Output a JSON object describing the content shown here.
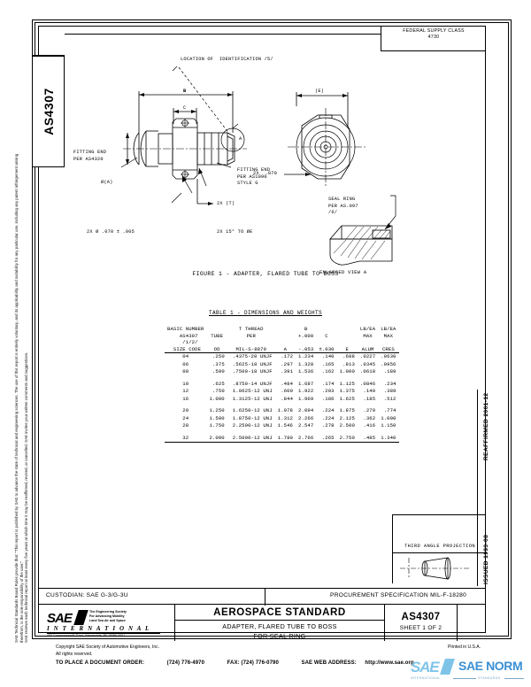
{
  "document": {
    "standard_number": "AS4307",
    "federal_supply_class_label": "FEDERAL SUPPLY CLASS",
    "federal_supply_class_value": "4730",
    "issued": "ISSUED 1993-08",
    "reaffirmed": "REAFFIRMED 2001-12"
  },
  "drawing": {
    "callouts": {
      "location_of_identification": "LOCATION OF  IDENTIFICATION /5/",
      "fitting_end_left": "FITTING END\nPER AS4320",
      "fitting_end_right": "FITTING END\nPER AS1090\nSTYLE G",
      "dim_b": "B",
      "dim_c": "C",
      "dim_a_flag": "A",
      "dia_a": "Ø(A)",
      "two_x_t": "2X (T)",
      "two_x_dia": "2X Ø .070 ± .005",
      "two_x_15deg": "2X 15° TO ØE",
      "dim_e": "(E)",
      "two_x_070": "2X  .070",
      "seal_ring": "SEAL RING\nPER AS.097\n/6/",
      "enlarged_view": "ENLARGED VIEW A"
    },
    "figure_caption": "FIGURE 1 - ADAPTER, FLARED TUBE TO BOSS"
  },
  "table": {
    "title": "TABLE 1 - DIMENSIONS AND WEIGHTS",
    "header_lines": [
      "BASIC NUMBER",
      "  AS4307",
      "   /1/2/",
      " SIZE CODE"
    ],
    "columns": [
      {
        "l1": "",
        "l2": "TUBE",
        "l3": "OD"
      },
      {
        "l1": "T THREAD",
        "l2": "PER",
        "l3": "MIL-S-8879"
      },
      {
        "l1": "",
        "l2": "",
        "l3": "A"
      },
      {
        "l1": "B",
        "l2": "+.000",
        "l3": "-.053"
      },
      {
        "l1": "",
        "l2": "C",
        "l3": "±.030"
      },
      {
        "l1": "",
        "l2": "",
        "l3": "E"
      },
      {
        "l1": "LB/EA",
        "l2": "MAX",
        "l3": "ALUM"
      },
      {
        "l1": "LB/EA",
        "l2": "MAX",
        "l3": "CRES"
      }
    ],
    "groups": [
      {
        "rows": [
          {
            "size_code": "04",
            "tube_od": ".250",
            "thread": ".4375-20 UNJF",
            "a": ".172",
            "b": "1.234",
            "c": ".140",
            "e": ".688",
            "alum": ".0227",
            "cres": ".0630"
          },
          {
            "size_code": "06",
            "tube_od": ".375",
            "thread": ".5625-18 UNJF",
            "a": ".297",
            "b": "1.328",
            "c": ".165",
            "e": ".813",
            "alum": ".0345",
            "cres": ".0956"
          },
          {
            "size_code": "08",
            "tube_od": ".500",
            "thread": ".7500-18 UNJF",
            "a": ".391",
            "b": "1.536",
            "c": ".162",
            "e": "1.000",
            "alum": ".0610",
            "cres": ".189"
          }
        ]
      },
      {
        "rows": [
          {
            "size_code": "10",
            "tube_od": ".625",
            "thread": ".8750-14 UNJF",
            "a": ".484",
            "b": "1.687",
            "c": ".174",
            "e": "1.125",
            "alum": ".0846",
            "cres": ".234"
          },
          {
            "size_code": "12",
            "tube_od": ".750",
            "thread": "1.0625-12 UNJ",
            "a": ".609",
            "b": "1.922",
            "c": ".203",
            "e": "1.375",
            "alum": ".140",
            "cres": ".389"
          },
          {
            "size_code": "16",
            "tube_od": "1.000",
            "thread": "1.3125-12 UNJ",
            "a": ".844",
            "b": "1.969",
            "c": ".186",
            "e": "1.625",
            "alum": ".185",
            "cres": ".512"
          }
        ]
      },
      {
        "rows": [
          {
            "size_code": "20",
            "tube_od": "1.250",
            "thread": "1.6250-12 UNJ",
            "a": "1.078",
            "b": "2.094",
            "c": ".224",
            "e": "1.875",
            "alum": ".279",
            "cres": ".774"
          },
          {
            "size_code": "24",
            "tube_od": "1.500",
            "thread": "1.8750-12 UNJ",
            "a": "1.312",
            "b": "2.266",
            "c": ".224",
            "e": "2.125",
            "alum": ".362",
            "cres": "1.000"
          },
          {
            "size_code": "28",
            "tube_od": "1.750",
            "thread": "2.2500-12 UNJ",
            "a": "1.546",
            "b": "2.547",
            "c": ".278",
            "e": "2.500",
            "alum": ".416",
            "cres": "1.150"
          }
        ]
      },
      {
        "rows": [
          {
            "size_code": "32",
            "tube_od": "2.000",
            "thread": "2.5000-12 UNJ",
            "a": "1.780",
            "b": "2.766",
            "c": ".265",
            "e": "2.750",
            "alum": ".485",
            "cres": "1.340"
          }
        ]
      }
    ]
  },
  "projection": {
    "label": "THIRD ANGLE PROJECTION"
  },
  "footer_block": {
    "custodian": "CUSTODIAN: SAE G-3/G-3U",
    "procurement": "PROCUREMENT SPECIFICATION  MIL-F-18280",
    "aerospace_standard": "AEROSPACE STANDARD",
    "title_line1": "ADAPTER, FLARED TUBE TO BOSS",
    "title_line2": "FOR SEAL RING",
    "doc_number": "AS4307",
    "sheet": "SHEET 1 OF 2",
    "sae_logo_text": "SAE",
    "sae_tagline": "The Engineering Society\nFor Advancing Mobility\nLand Sea Air and Space",
    "sae_international": "I N T E R N A T I O N A L",
    "sae_address": "400 Commonwealth Drive, Warrendale, PA 15096-0001",
    "copyright_line1": "Copyright SAE Society of Automotive Engineers, Inc.",
    "copyright_line2": "All rights reserved.",
    "order_label": "TO PLACE A DOCUMENT ORDER:",
    "order_phone": "(724) 776-4970",
    "fax_label": "FAX:",
    "fax_number": "(724) 776-0790",
    "web_label": "SAE WEB ADDRESS:",
    "web_url": "http://www.sae.org",
    "printed_in": "Printed in U.S.A."
  },
  "disclaimer": {
    "line_a": "SAE Technical Standards Board Rules provide that: \"This report is published by SAE to advance the state of technical and engineering sciences. The use of this report is entirely voluntary, and its applicability and suitability for any particular use, including any patent infringement arising therefrom, is the sole responsibility of the user.\"",
    "line_b": "SAE reviews each technical report at least every five years at which time it may be reaffirmed, revised, or cancelled. SAE invites your written comments and suggestions."
  },
  "watermark": {
    "logo": "SAE",
    "text": "SAE NORM",
    "sub_left": "INTERNATIONAL",
    "sub_right": "STANDARDS"
  }
}
